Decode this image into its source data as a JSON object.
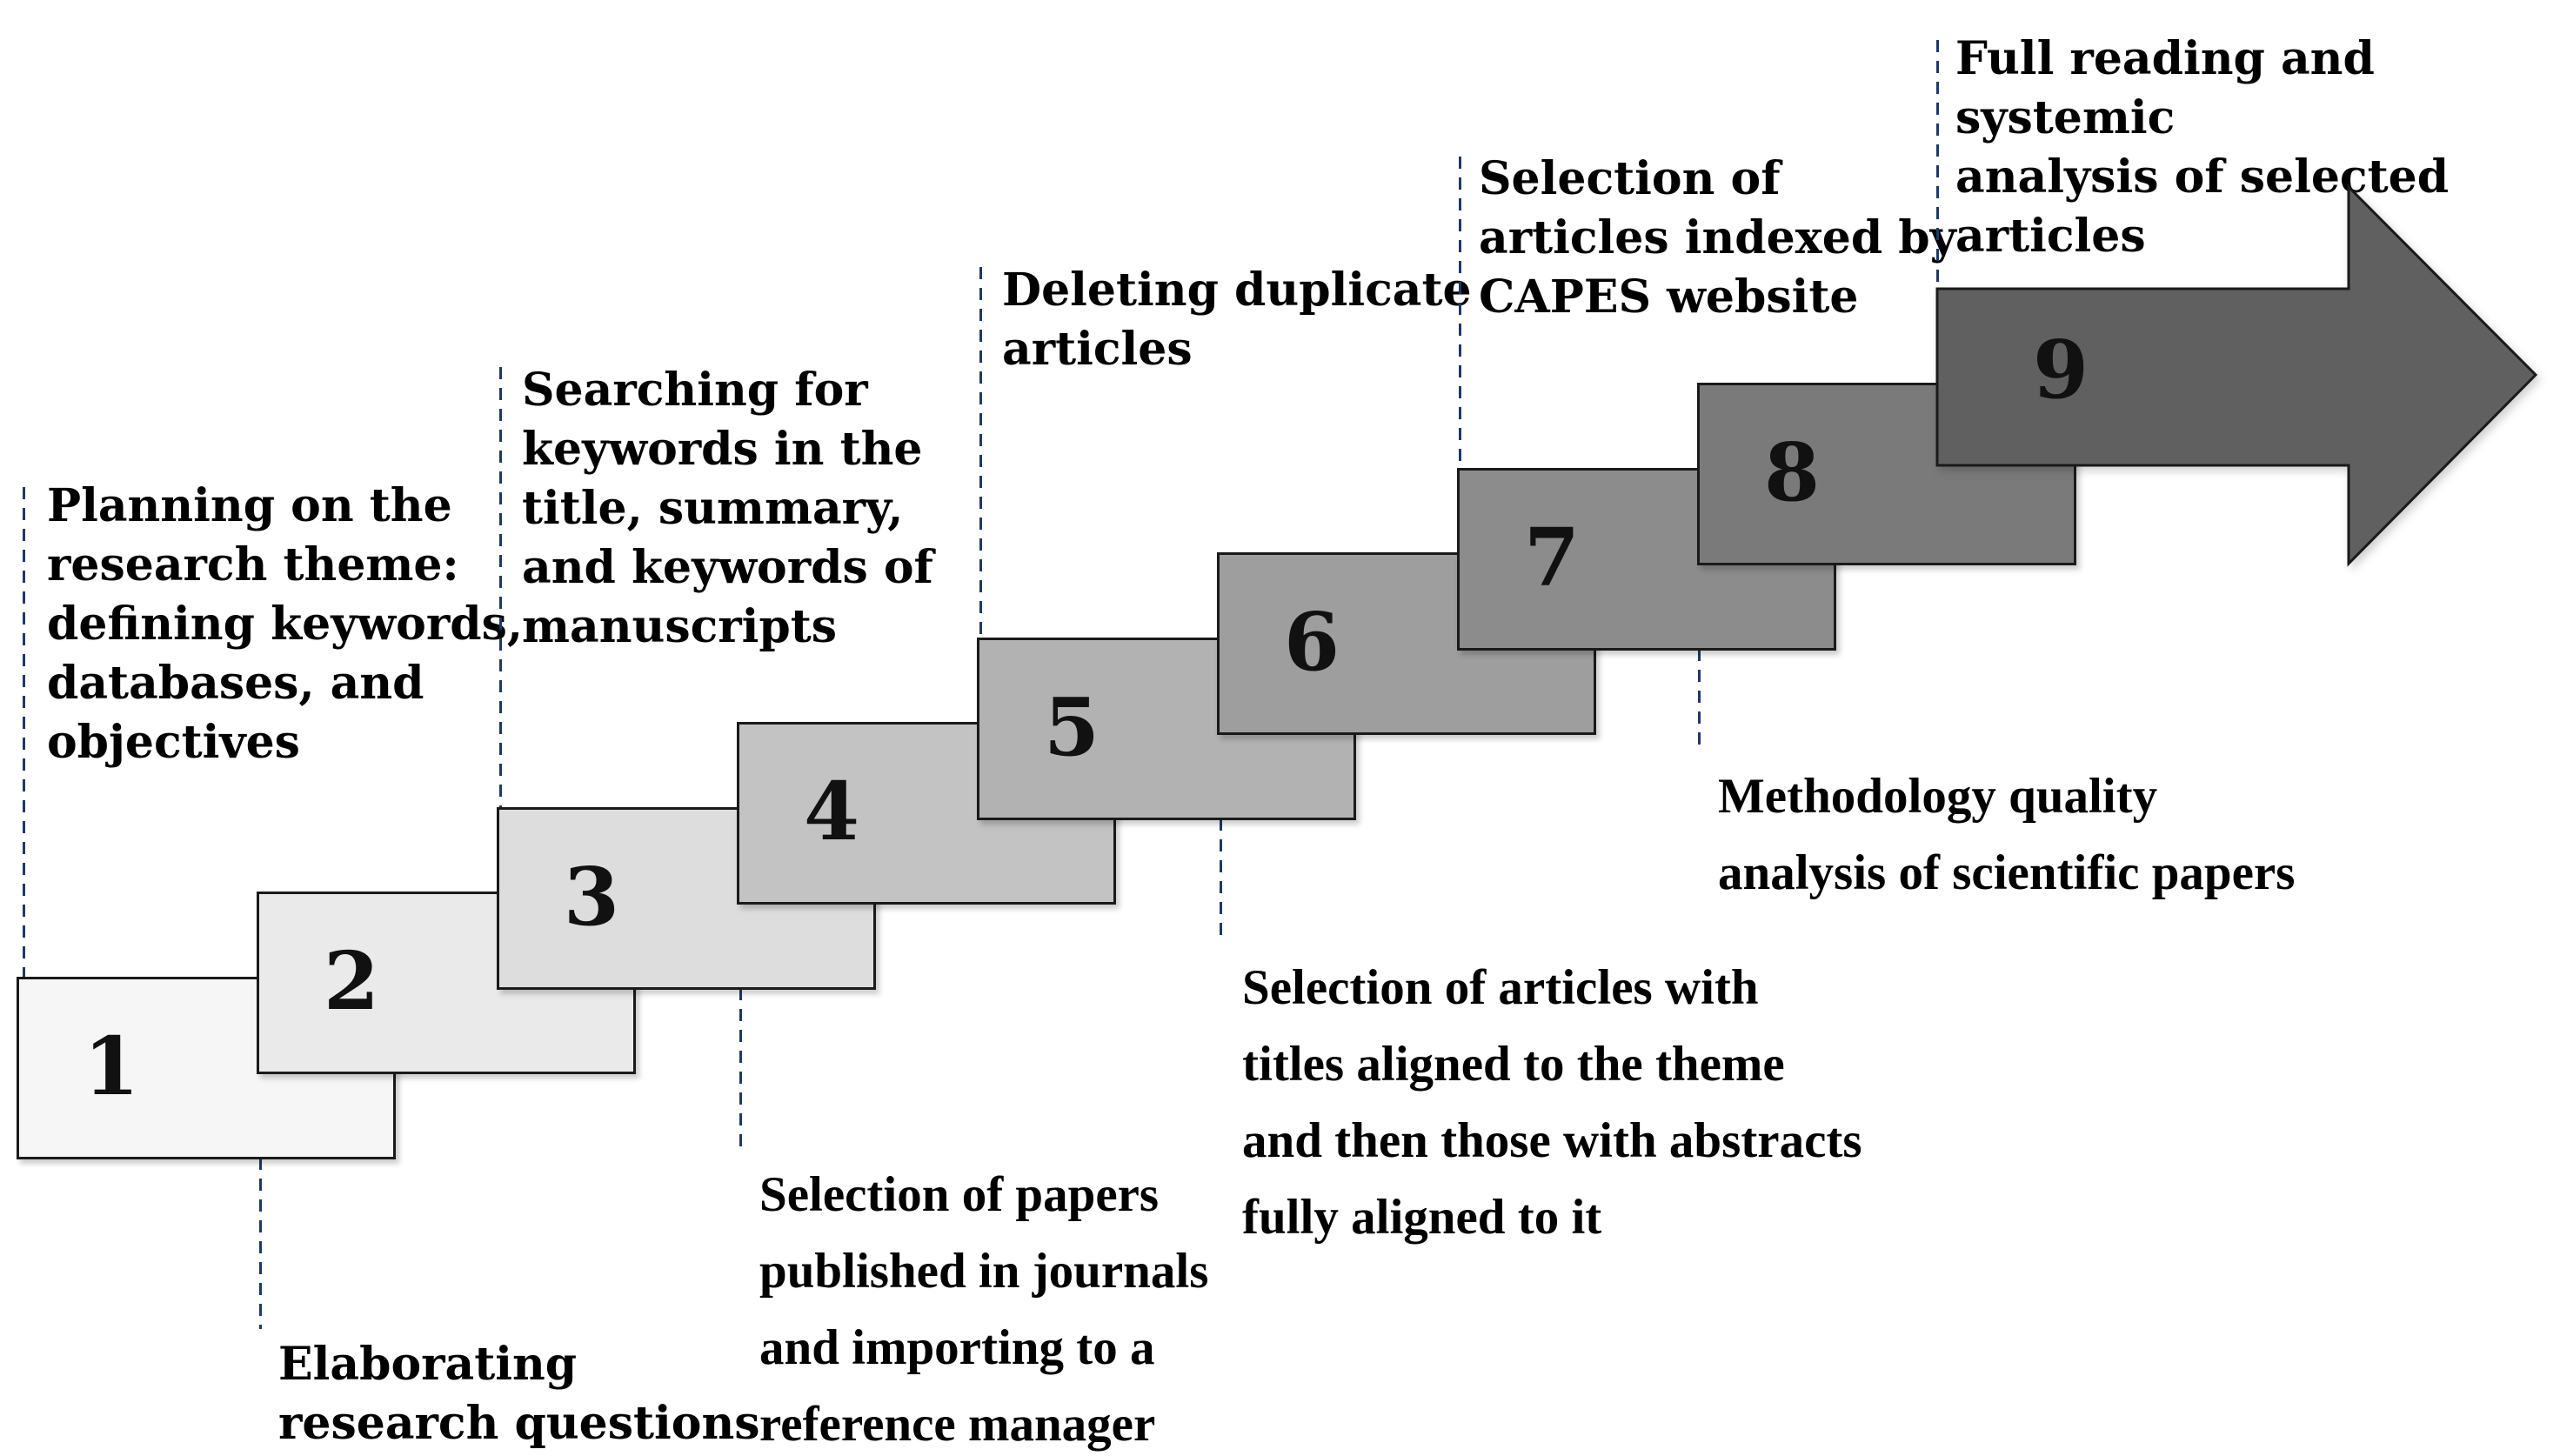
{
  "figure": {
    "background": "#ffffff",
    "connector_color": "#203864",
    "border_color": "#1a1a1a",
    "text_color": "#000000",
    "arrow": {
      "number": "9",
      "fill": "#606060"
    },
    "steps": [
      {
        "number": "1",
        "label": "Planning on the\nresearch theme:\ndefining keywords,\ndatabases, and\nobjectives",
        "fill": "#f6f6f6",
        "label_position": "above"
      },
      {
        "number": "2",
        "label": "Elaborating\nresearch questions",
        "fill": "#eaeaea",
        "label_position": "below"
      },
      {
        "number": "3",
        "label": "Searching for\nkeywords in the\ntitle, summary,\nand keywords of\nmanuscripts",
        "fill": "#dddddd",
        "label_position": "above"
      },
      {
        "number": "4",
        "label": "Selection of papers\npublished in journals\nand importing to a\nreference manager",
        "fill": "#c3c3c3",
        "label_position": "below"
      },
      {
        "number": "5",
        "label": "Deleting duplicate\narticles",
        "fill": "#b2b2b2",
        "label_position": "above"
      },
      {
        "number": "6",
        "label": "Selection of articles with\ntitles aligned to the theme\nand then those with abstracts\nfully aligned to it",
        "fill": "#9e9e9e",
        "label_position": "below"
      },
      {
        "number": "7",
        "label": "Selection of\narticles indexed by\nCAPES website",
        "fill": "#8c8c8c",
        "label_position": "above"
      },
      {
        "number": "8",
        "label": "Methodology quality\nanalysis of scientific papers",
        "fill": "#7a7a7a",
        "label_position": "below"
      },
      {
        "number": "9",
        "label": "Full reading and systemic\nanalysis of selected articles",
        "fill": "#606060",
        "label_position": "above"
      }
    ]
  }
}
